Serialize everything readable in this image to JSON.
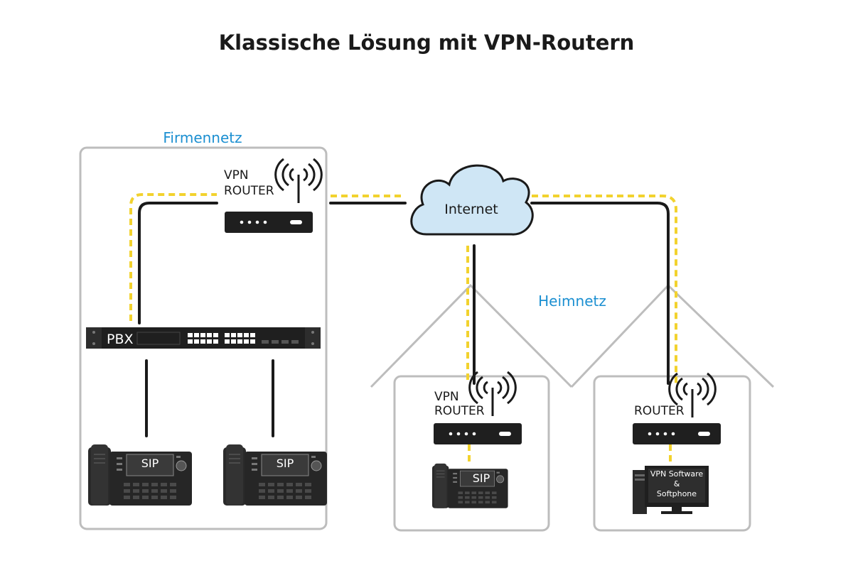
{
  "title": "Klassische Lösung mit VPN-Routern",
  "zones": {
    "company": "Firmennetz",
    "home": "Heimnetz"
  },
  "cloud_label": "Internet",
  "company_router": {
    "line1": "VPN",
    "line2": "ROUTER"
  },
  "pbx_label": "PBX",
  "phone_label": "SIP",
  "home1_router": {
    "line1": "VPN",
    "line2": "ROUTER"
  },
  "home2_router": {
    "line1": "ROUTER"
  },
  "pc_screen": {
    "line1": "VPN Software",
    "line2": "&",
    "line3": "Softphone"
  },
  "colors": {
    "cable": "#1a1a1a",
    "vpn_tunnel": "#f2d22e",
    "zone_border": "#bdbdbd",
    "label_accent": "#1b8fd1",
    "cloud_fill": "#cfe6f5"
  }
}
